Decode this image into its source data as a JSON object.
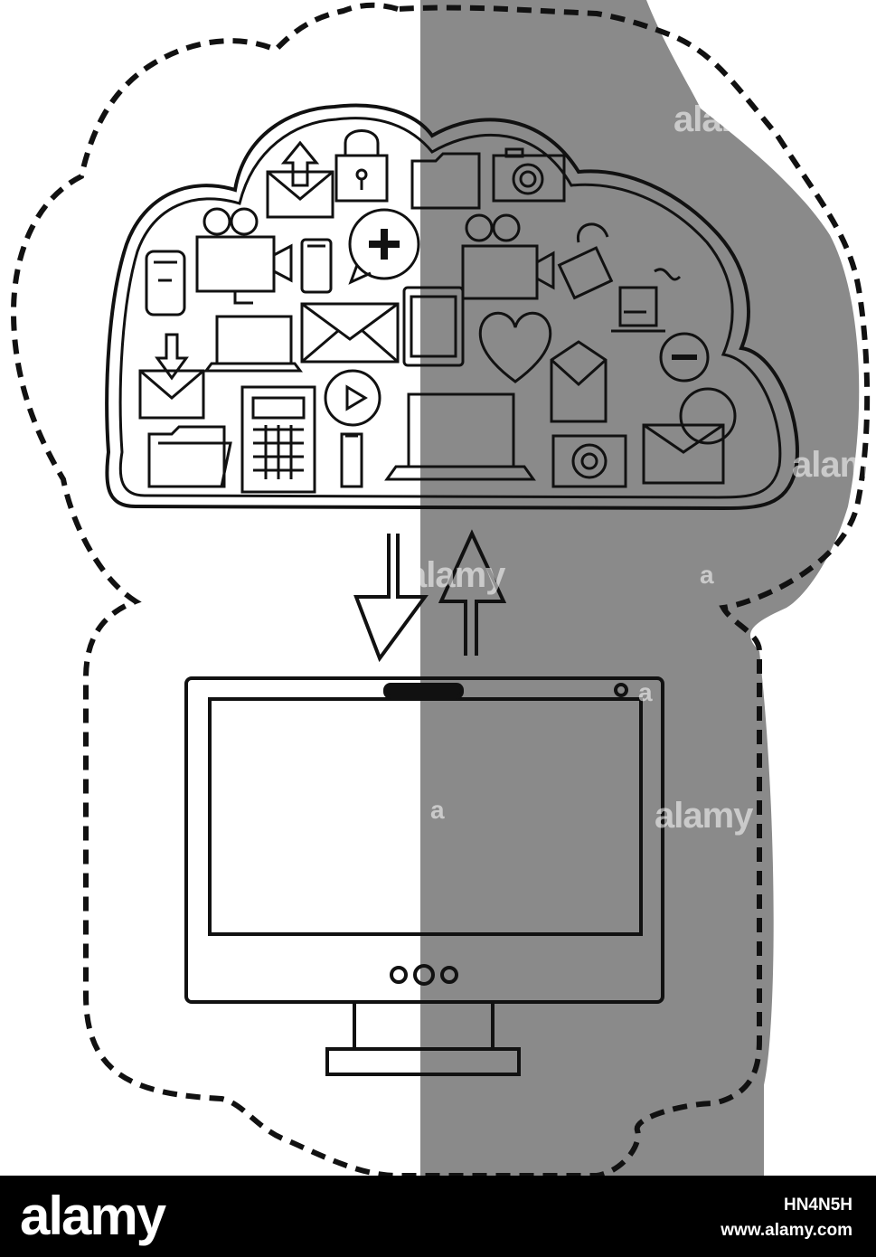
{
  "watermarks": [
    {
      "text": "alam"
    },
    {
      "text": "alam"
    },
    {
      "text": "alamy"
    },
    {
      "text": "alamy"
    },
    {
      "text": "a"
    },
    {
      "text": "a"
    },
    {
      "text": "a"
    }
  ],
  "footer": {
    "logo": "alamy",
    "image_id": "HN4N5H",
    "url": "www.alamy.com"
  },
  "colors": {
    "shadow": "#8a8a8a",
    "line": "#111111",
    "background": "#ffffff",
    "footer": "#000000"
  }
}
